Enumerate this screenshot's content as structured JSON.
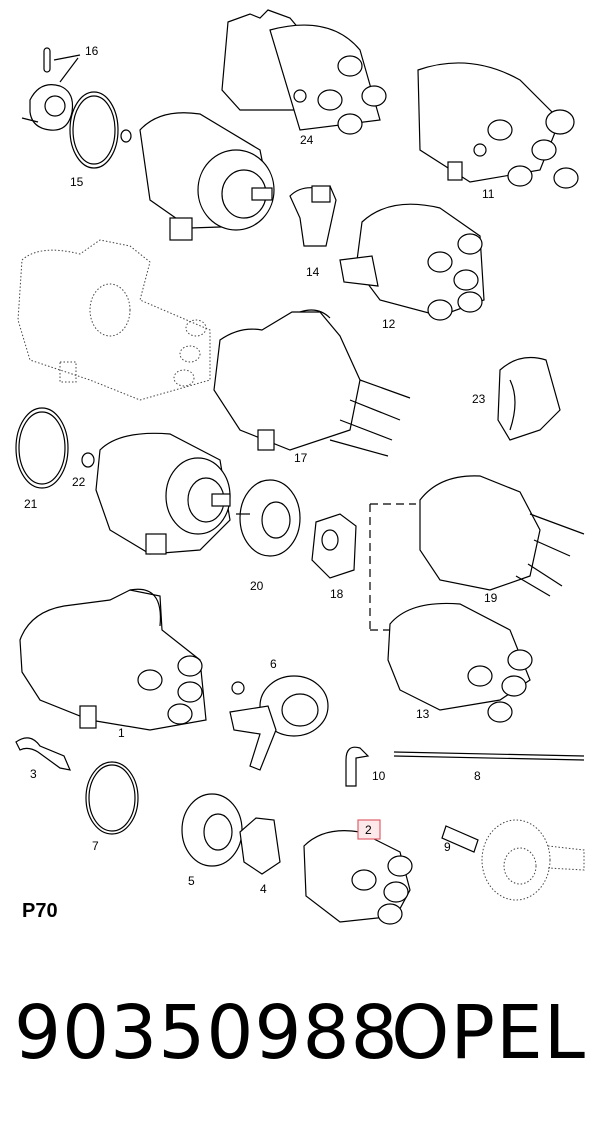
{
  "diagram": {
    "page_code": "P70",
    "callouts": [
      "16",
      "15",
      "24",
      "11",
      "14",
      "12",
      "23",
      "17",
      "21",
      "22",
      "20",
      "18",
      "19",
      "1",
      "6",
      "13",
      "3",
      "10",
      "8",
      "7",
      "5",
      "4",
      "2",
      "9"
    ],
    "highlighted_callout": "2",
    "colors": {
      "highlight_fill": "#fde8ea",
      "highlight_stroke": "#e0606a",
      "ink": "#000000"
    }
  },
  "footer": {
    "part_number": "90350988",
    "brand": "OPEL"
  }
}
